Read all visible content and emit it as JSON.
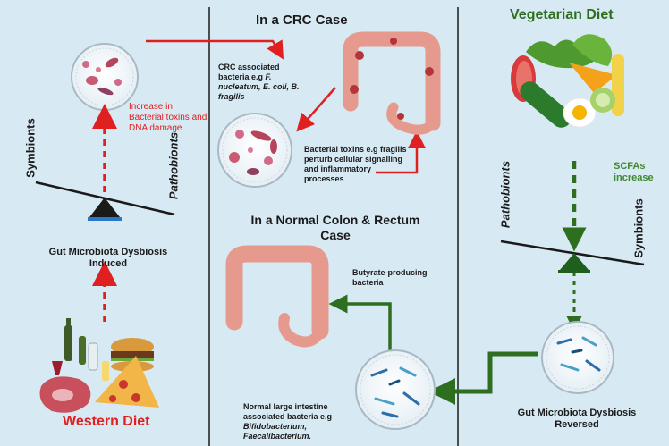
{
  "western": {
    "title": "Western Diet",
    "dysbiosis": "Gut Microbiota Dysbiosis Induced",
    "toxins": "Increase in Bacterial toxins and DNA damage",
    "symbionts": "Symbionts",
    "pathobionts": "Pathobionts"
  },
  "crc": {
    "title": "In a CRC Case",
    "bacteria_prefix": "CRC associated bacteria e.g ",
    "bacteria_species": "F. nucleatum, E. coli, B. fragilis",
    "toxins": "Bacterial toxins e.g fragilis perturb cellular signalling and inflammatory processes"
  },
  "normal": {
    "title": "In a Normal Colon & Rectum Case",
    "butyrate": "Butyrate-producing bacteria",
    "bacteria_prefix": "Normal large intestine associated bacteria e.g ",
    "bacteria_species": "Bifidobacterium, Faecalibacterium."
  },
  "vegetarian": {
    "title": "Vegetarian Diet",
    "scfa": "SCFAs increase",
    "pathobionts": "Pathobionts",
    "symbionts": "Symbionts",
    "reversed": "Gut Microbiota Dysbiosis Reversed"
  },
  "colors": {
    "red": "#e02020",
    "green": "#2e6e1f",
    "scfa": "#3f8a2e"
  }
}
